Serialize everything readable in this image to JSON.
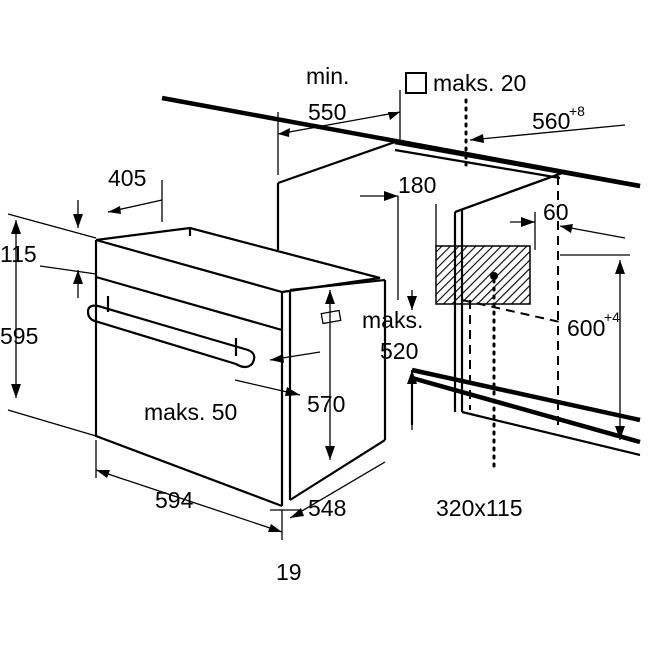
{
  "dimensions": {
    "cabinet_depth_min_label": "min.",
    "cabinet_depth_min_value": "550",
    "vent_label": "maks. 20",
    "niche_width_value": "560",
    "niche_width_tolerance": "+8",
    "oven_depth_top": "405",
    "panel_offset": "180",
    "rear_gap": "60",
    "control_height": "115",
    "oven_height": "595",
    "niche_height_value": "600",
    "niche_height_tolerance": "+4",
    "max_520_label": "maks.",
    "max_520_value": "520",
    "inner_height": "570",
    "handle_max": "maks. 50",
    "oven_width": "594",
    "oven_depth": "548",
    "front_thickness": "19",
    "vent_opening": "320x115"
  }
}
